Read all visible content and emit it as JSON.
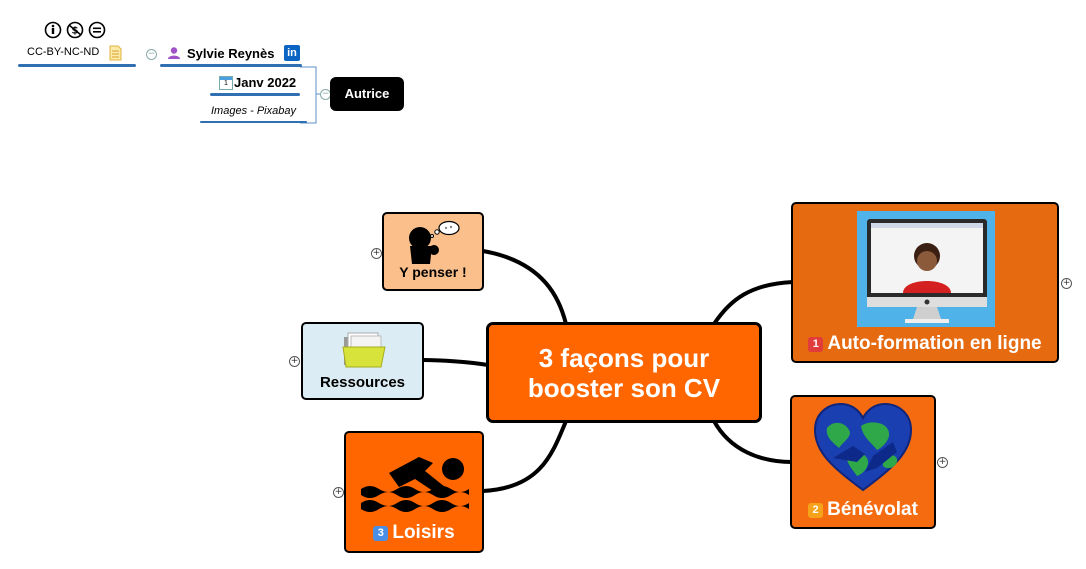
{
  "center": {
    "line1": "3 façons pour",
    "line2": "booster son CV"
  },
  "branches": {
    "think": {
      "label": "Y penser !"
    },
    "resources": {
      "label": "Ressources"
    },
    "hobbies": {
      "badge": "3",
      "label": "Loisirs"
    },
    "self_training": {
      "badge": "1",
      "label": "Auto-formation en ligne"
    },
    "volunteering": {
      "badge": "2",
      "label": "Bénévolat"
    }
  },
  "meta": {
    "license": "CC-BY-NC-ND",
    "author_name": "Sylvie Reynès",
    "linkedin_glyph": "in",
    "date": "Janv 2022",
    "calendar_day": "1",
    "images_credit": "Images - Pixabay",
    "author_tag": "Autrice"
  },
  "icons": {
    "cc_by": "person-icon",
    "cc_nc": "non-commercial-icon",
    "cc_nd": "no-derivatives-icon",
    "note": "note-icon",
    "user": "user-icon",
    "linkedin": "linkedin-icon",
    "calendar": "calendar-icon",
    "thinking": "thinking-person-icon",
    "folder": "folder-icon",
    "swimmer": "swimmer-icon",
    "monitor": "video-call-monitor-icon",
    "heart_globe": "heart-globe-icon"
  },
  "colors": {
    "center": "#ff6600",
    "think": "#fbbf8c",
    "resources": "#dcecf5",
    "hobbies": "#ff6600",
    "self_training": "#e56a10",
    "volunteering": "#f46b10",
    "badge1": "#e03c3c",
    "badge2": "#f7a21b",
    "badge3": "#4a8ee6",
    "linkedin": "#0a66c2",
    "meta_line": "#2f6fb2",
    "user": "#a052c8"
  }
}
